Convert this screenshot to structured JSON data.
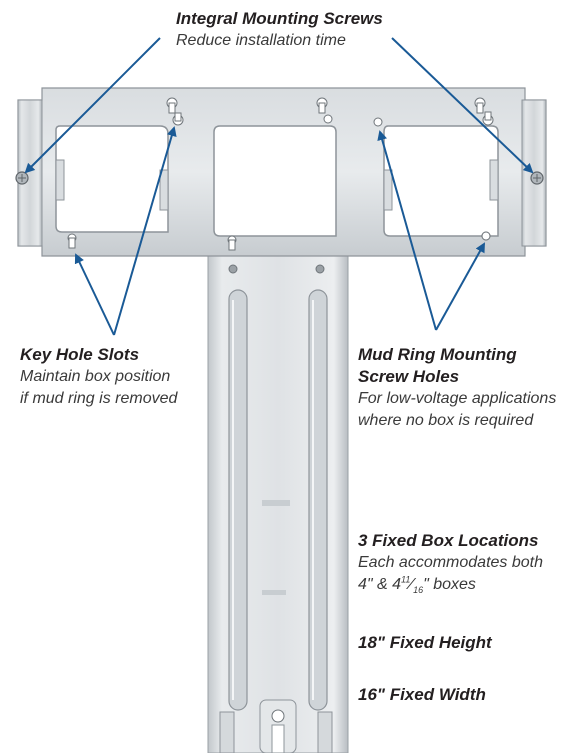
{
  "callouts": {
    "integral_screws": {
      "title": "Integral Mounting Screws",
      "desc": "Reduce installation time"
    },
    "key_hole": {
      "title": "Key Hole Slots",
      "desc_line1": "Maintain box position",
      "desc_line2": "if mud ring is removed"
    },
    "mud_ring": {
      "title_line1": "Mud Ring Mounting",
      "title_line2": "Screw Holes",
      "desc_line1": "For low-voltage applications",
      "desc_line2": "where no box is required"
    },
    "fixed_boxes": {
      "title": "3 Fixed Box Locations",
      "desc_line1": "Each accommodates both",
      "desc_line2_a": "4\" & 4",
      "desc_line2_sup": "11",
      "desc_line2_frac": "⁄",
      "desc_line2_sub": "16",
      "desc_line2_b": "\" boxes"
    },
    "height": "18\" Fixed Height",
    "width": "16\" Fixed Width"
  },
  "colors": {
    "arrow": "#1a5a96",
    "metal_light": "#e3e6e8",
    "metal_mid": "#c3c8cc",
    "metal_dark": "#8d9398",
    "text": "#231f20"
  }
}
